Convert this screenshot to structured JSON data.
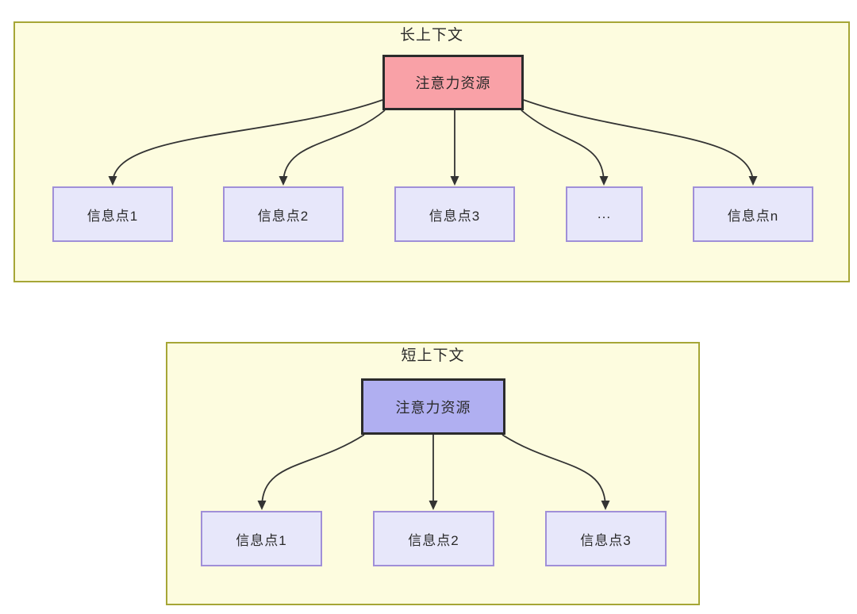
{
  "colors": {
    "canvas_bg": "#ffffff",
    "container_fill": "#fdfcdf",
    "container_border": "#a6a636",
    "hub_long_fill": "#f9a1a7",
    "hub_short_fill": "#b0aff1",
    "hub_border": "#2b2b2b",
    "node_fill": "#e7e7fa",
    "node_border": "#a08fd8",
    "line": "#333333",
    "text": "#2a2a2a"
  },
  "long": {
    "title": "长上下文",
    "hub_label": "注意力资源",
    "nodes": [
      "信息点1",
      "信息点2",
      "信息点3",
      "...",
      "信息点n"
    ]
  },
  "short": {
    "title": "短上下文",
    "hub_label": "注意力资源",
    "nodes": [
      "信息点1",
      "信息点2",
      "信息点3"
    ]
  }
}
